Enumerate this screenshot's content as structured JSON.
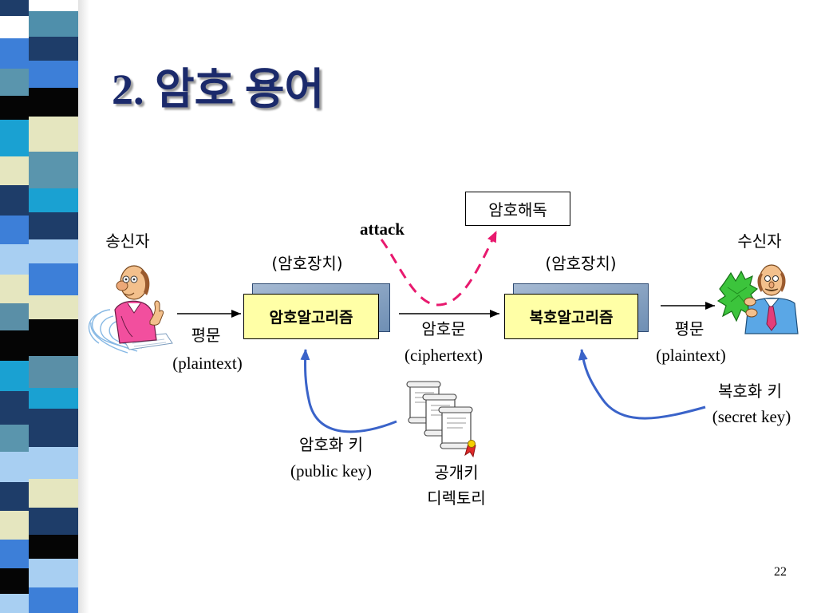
{
  "slide": {
    "title": "2. 암호 용어",
    "page_number": "22"
  },
  "diagram": {
    "sender": {
      "label": "송신자",
      "icon": "sender-person-icon"
    },
    "plaintext_in": {
      "ko": "평문",
      "en": "(plaintext)"
    },
    "encryption": {
      "device_label": "(암호장치)",
      "algorithm": "암호알고리즘"
    },
    "ciphertext": {
      "ko": "암호문",
      "en": "(ciphertext)"
    },
    "decryption": {
      "device_label": "(암호장치)",
      "algorithm": "복호알고리즘"
    },
    "plaintext_out": {
      "ko": "평문",
      "en": "(plaintext)"
    },
    "receiver": {
      "label": "수신자",
      "icon": "receiver-person-icon"
    },
    "attack": {
      "label": "attack",
      "target": "암호해독"
    },
    "public_key": {
      "ko": "암호화 키",
      "en": "(public key)"
    },
    "secret_key": {
      "ko": "복호화 키",
      "en": "(secret key)"
    },
    "key_directory": {
      "line1": "공개키",
      "line2": "디렉토리",
      "icon": "scroll-documents-icon"
    }
  },
  "theme": {
    "title_color": "#1b2a6b",
    "algorithm_box_fill": "#ffffa6",
    "algorithm_box_shadow": "#6f8fb4",
    "attack_arrow_color": "#e8196e",
    "key_arrow_color": "#3a63c9"
  }
}
